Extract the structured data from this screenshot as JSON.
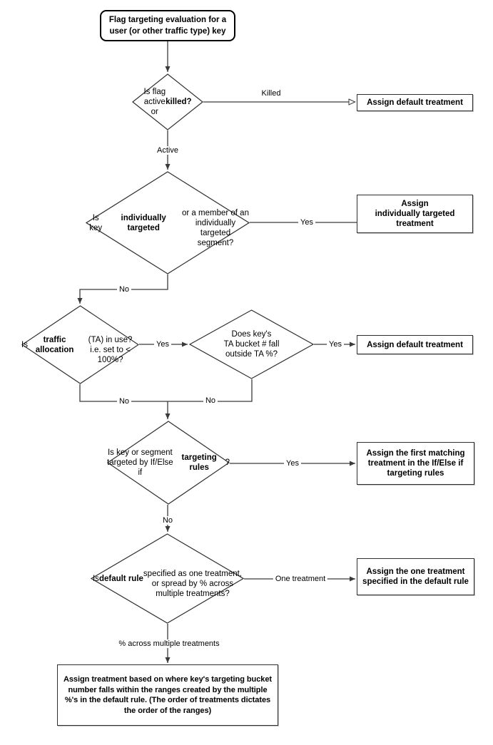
{
  "diagram": {
    "type": "flowchart",
    "colors": {
      "line": "#3a3a3a",
      "node_border": "#2f2f2f",
      "node_fill": "#ffffff",
      "text": "#000000",
      "shadow": "#c2c2c2"
    },
    "nodes": {
      "start": {
        "shape": "rounded-rect",
        "segments": [
          {
            "t": "Flag targeting evaluation for a\nuser (or other traffic type) key",
            "b": true
          }
        ]
      },
      "d1": {
        "shape": "diamond",
        "segments": [
          {
            "t": "Is flag\nactive\nor ",
            "b": false
          },
          {
            "t": "killed?",
            "b": true
          }
        ]
      },
      "box1": {
        "shape": "rect",
        "segments": [
          {
            "t": "Assign default treatment",
            "b": true
          }
        ]
      },
      "d2": {
        "shape": "diamond",
        "segments": [
          {
            "t": "Is key\n",
            "b": false
          },
          {
            "t": "individually targeted",
            "b": true
          },
          {
            "t": "\nor a member of an\nindividually targeted\nsegment?",
            "b": false
          }
        ]
      },
      "box2": {
        "shape": "rect",
        "segments": [
          {
            "t": "Assign\nindividually targeted\ntreatment",
            "b": true
          }
        ]
      },
      "d3": {
        "shape": "diamond",
        "segments": [
          {
            "t": "Is ",
            "b": false
          },
          {
            "t": "traffic allocation",
            "b": true
          },
          {
            "t": "\n(TA) in use?\ni.e. set to < 100%?",
            "b": false
          }
        ]
      },
      "d4": {
        "shape": "diamond",
        "segments": [
          {
            "t": "Does key's\nTA bucket # fall\noutside TA %?",
            "b": false
          }
        ]
      },
      "box3": {
        "shape": "rect",
        "segments": [
          {
            "t": "Assign default treatment",
            "b": true
          }
        ]
      },
      "d5": {
        "shape": "diamond",
        "segments": [
          {
            "t": "Is key or segment\ntargeted by If/Else if\n",
            "b": false
          },
          {
            "t": "targeting rules",
            "b": true
          },
          {
            "t": "?",
            "b": false
          }
        ]
      },
      "box4": {
        "shape": "rect",
        "segments": [
          {
            "t": "Assign the first matching\ntreatment in the If/Else if\ntargeting rules",
            "b": true
          }
        ]
      },
      "d6": {
        "shape": "diamond",
        "segments": [
          {
            "t": "Is ",
            "b": false
          },
          {
            "t": "default rule",
            "b": true
          },
          {
            "t": "\nspecified as one treatment,\nor spread by % across\nmultiple treatments?",
            "b": false
          }
        ]
      },
      "box5": {
        "shape": "rect",
        "segments": [
          {
            "t": "Assign the one treatment\nspecified in the default rule",
            "b": true
          }
        ]
      },
      "final": {
        "shape": "rect",
        "segments": [
          {
            "t": "Assign treatment based on where key's targeting bucket number falls within the ranges created by the multiple %'s in the default rule. (The order of treatments dictates the order of the ranges)",
            "b": true
          }
        ]
      }
    },
    "edge_labels": {
      "killed": "Killed",
      "active": "Active",
      "d2_yes": "Yes",
      "d2_no": "No",
      "d3_yes": "Yes",
      "d4_yes": "Yes",
      "d3_no": "No",
      "d4_no": "No",
      "d5_yes": "Yes",
      "d5_no": "No",
      "one_treatment": "One treatment",
      "pct_across": "% across multiple treatments"
    }
  }
}
